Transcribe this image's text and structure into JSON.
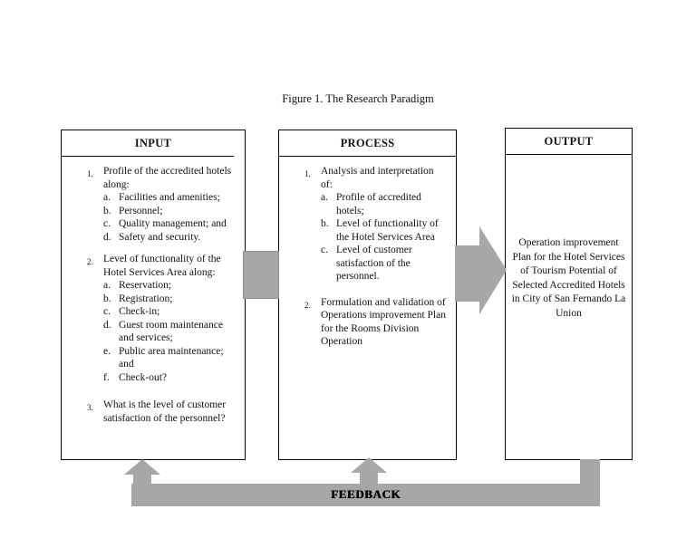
{
  "title": "Figure 1. The Research Paradigm",
  "input_box": {
    "header": "INPUT",
    "items": [
      {
        "num": "1.",
        "text": "Profile of the accredited hotels along:",
        "subs": [
          {
            "letter": "a.",
            "text": "Facilities and amenities;"
          },
          {
            "letter": "b.",
            "text": "Personnel;"
          },
          {
            "letter": "c.",
            "text": "Quality management; and"
          },
          {
            "letter": "d.",
            "text": "Safety and security."
          }
        ]
      },
      {
        "num": "2.",
        "text": "Level of functionality of the Hotel Services Area along:",
        "subs": [
          {
            "letter": "a.",
            "text": "Reservation;"
          },
          {
            "letter": "b.",
            "text": "Registration;"
          },
          {
            "letter": "c.",
            "text": "Check-in;"
          },
          {
            "letter": "d.",
            "text": "Guest room maintenance and services;"
          },
          {
            "letter": "e.",
            "text": "Public area maintenance; and"
          },
          {
            "letter": "f.",
            "text": "Check-out?"
          }
        ]
      },
      {
        "num": "3.",
        "text": "What is the level of customer satisfaction of the personnel?",
        "subs": []
      }
    ]
  },
  "process_box": {
    "header": "PROCESS",
    "items": [
      {
        "num": "1.",
        "text": "Analysis and interpretation of:",
        "subs": [
          {
            "letter": "a.",
            "text": "Profile of accredited hotels;"
          },
          {
            "letter": "b.",
            "text": "Level of functionality of the Hotel Services Area"
          },
          {
            "letter": "c.",
            "text": "Level of customer satisfaction of the personnel."
          }
        ]
      },
      {
        "num": "2.",
        "text": "Formulation and validation of Operations improvement Plan for the Rooms Division Operation",
        "subs": []
      }
    ]
  },
  "output_box": {
    "header": "OUTPUT",
    "text": "Operation improvement Plan for the Hotel Services of Tourism Potential of Selected Accredited Hotels in City of San Fernando La Union"
  },
  "feedback_label": "FEEDBACK",
  "colors": {
    "connector_gray": "#a7a7a7",
    "box_border": "#050505"
  }
}
